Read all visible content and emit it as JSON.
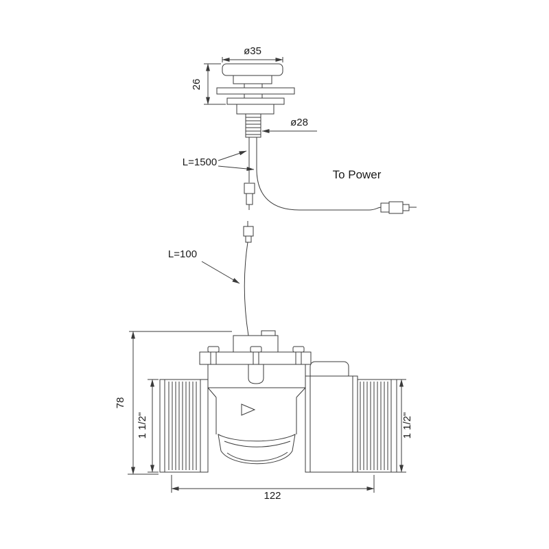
{
  "labels": {
    "dia35": "ø35",
    "dim26": "26",
    "dia28": "ø28",
    "cable_long": "L=1500",
    "to_power": "To Power",
    "cable_short": "L=100",
    "dim78": "78",
    "thread_left": "1 1/2\"",
    "thread_right": "1 1/2\"",
    "dim122": "122"
  },
  "colors": {
    "line": "#3a3a3a",
    "background": "#ffffff",
    "text": "#1a1a1a"
  }
}
